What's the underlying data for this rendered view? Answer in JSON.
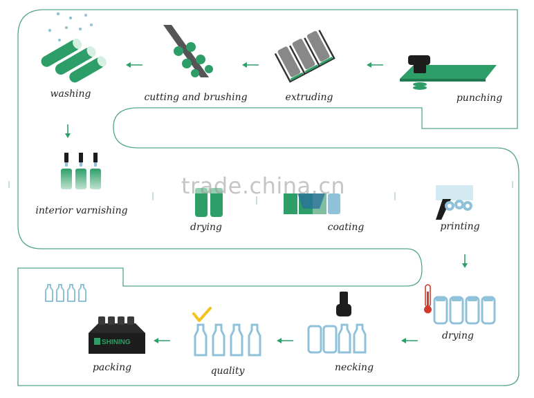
{
  "steps": {
    "washing": "washing",
    "cutting": "cutting and brushing",
    "extruding": "extruding",
    "punching": "punching",
    "interior_varnishing": "interior varnishing",
    "drying_1": "drying",
    "coating": "coating",
    "printing": "printing",
    "drying_2": "drying",
    "necking": "necking",
    "quality": "quality",
    "packing": "packing"
  },
  "box_brand": "SHINING",
  "watermark": "trade.china.cn",
  "colors": {
    "green": "#2e9e68",
    "blue": "#8fc1d9",
    "path": "#3f9e7c",
    "arrow": "#2e9e68",
    "red": "#d23a2c",
    "yellow": "#f3c21b"
  }
}
